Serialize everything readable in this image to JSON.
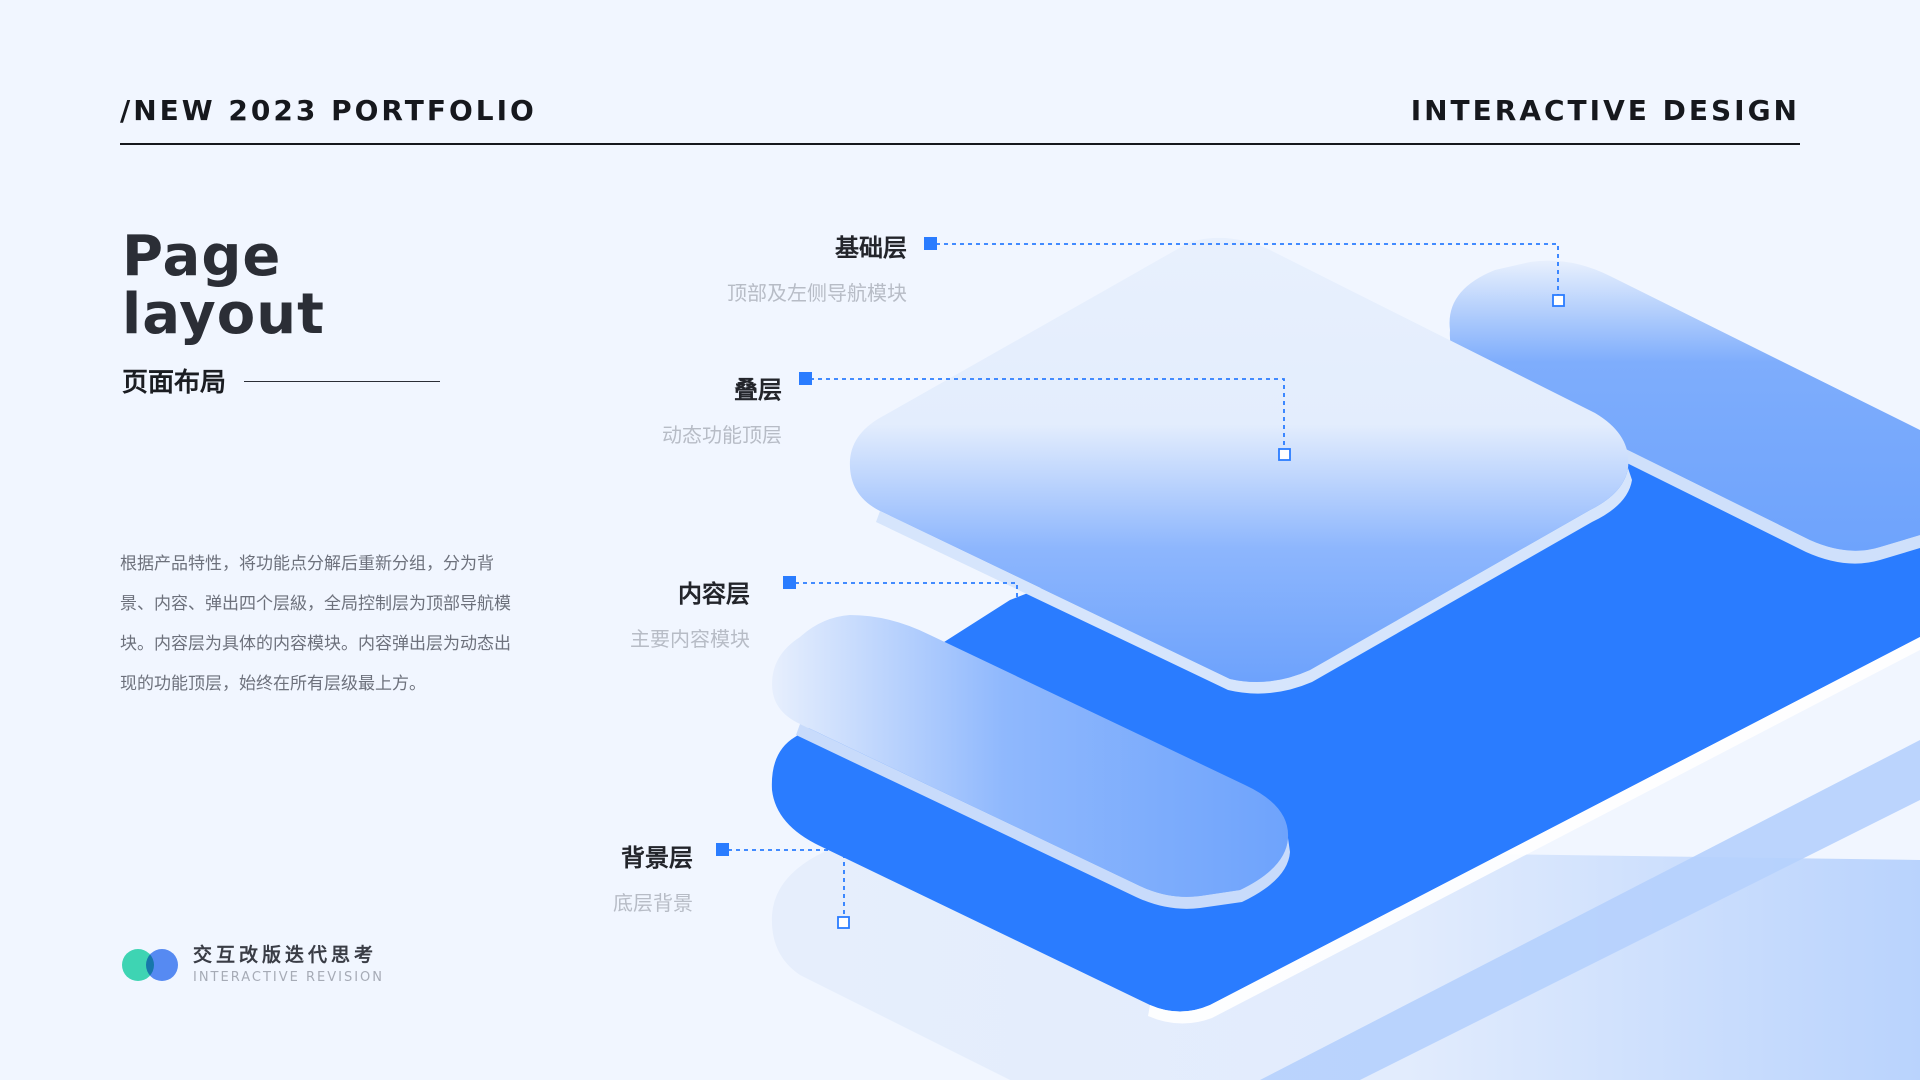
{
  "header": {
    "left": "/NEW 2023 PORTFOLIO",
    "right": "INTERACTIVE DESIGN"
  },
  "title": {
    "line1": "Page",
    "line2": "layout",
    "subtitle": "页面布局"
  },
  "description": "根据产品特性，将功能点分解后重新分组，分为背景、内容、弹出四个层級，全局控制层为顶部导航模块。内容层为具体的内容模块。内容弹出层为动态出现的功能顶层，始终在所有层级最上方。",
  "layers": [
    {
      "name": "基础层",
      "note": "顶部及左侧导航模块"
    },
    {
      "name": "叠层",
      "note": "动态功能顶层"
    },
    {
      "name": "内容层",
      "note": "主要内容模块"
    },
    {
      "name": "背景层",
      "note": "底层背景"
    }
  ],
  "footer": {
    "title": "交互改版迭代思考",
    "subtitle": "INTERACTIVE REVISION"
  },
  "colors": {
    "accent": "#2a7cff",
    "light_layer": "#e4edfc",
    "background": "#f1f6ff"
  }
}
